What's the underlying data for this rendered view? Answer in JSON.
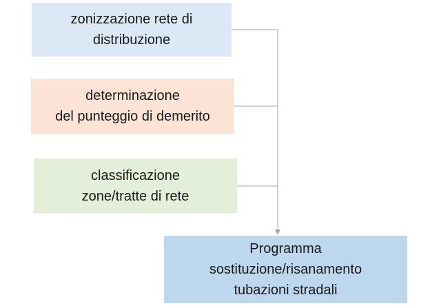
{
  "diagram": {
    "nodes": [
      {
        "id": "zonizzazione",
        "lines": [
          "zonizzazione rete di",
          "distribuzione"
        ],
        "fill": "#dce8f5"
      },
      {
        "id": "punteggio",
        "lines": [
          "determinazione",
          "del punteggio di demerito"
        ],
        "fill": "#fbe4d6"
      },
      {
        "id": "classificazione",
        "lines": [
          "classificazione",
          "zone/tratte di rete"
        ],
        "fill": "#e3efd9"
      },
      {
        "id": "programma",
        "lines": [
          "Programma",
          "sostituzione/risanamento",
          "tubazioni stradali"
        ],
        "fill": "#bdd7ee"
      }
    ],
    "edges": [
      {
        "from": "zonizzazione",
        "to": "programma"
      },
      {
        "from": "punteggio",
        "to": "programma"
      },
      {
        "from": "classificazione",
        "to": "programma"
      }
    ],
    "connector_color": "#a6a6a6"
  }
}
